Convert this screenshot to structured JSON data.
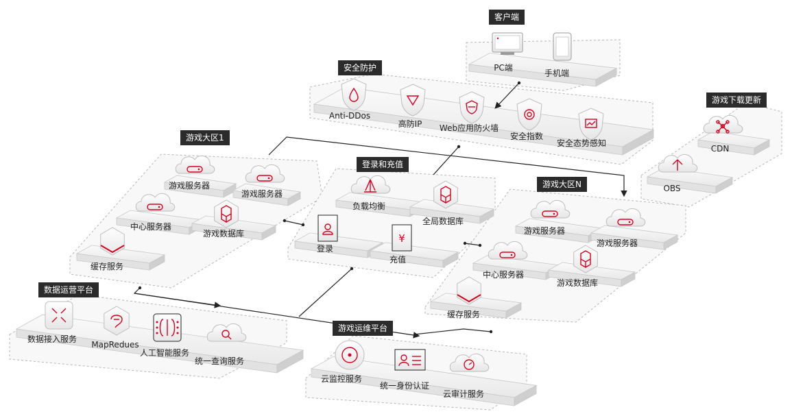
{
  "groups": {
    "client": {
      "title": "客户端",
      "items": [
        "PC端",
        "手机端"
      ]
    },
    "security": {
      "title": "安全防护",
      "items": [
        "Anti-DDos",
        "高防IP",
        "Web应用防火墙",
        "安全指数",
        "安全态势感知"
      ]
    },
    "download": {
      "title": "游戏下载更新",
      "items": [
        "CDN",
        "OBS"
      ]
    },
    "zone1": {
      "title": "游戏大区1",
      "items": [
        "游戏服务器",
        "游戏服务器",
        "中心服务器",
        "游戏数据库",
        "缓存服务"
      ]
    },
    "login": {
      "title": "登录和充值",
      "items": [
        "负载均衡",
        "全局数据库",
        "登录",
        "充值"
      ]
    },
    "zoneN": {
      "title": "游戏大区N",
      "items": [
        "游戏服务器",
        "游戏服务器",
        "中心服务器",
        "游戏数据库",
        "缓存服务"
      ]
    },
    "dataops": {
      "title": "数据运营平台",
      "items": [
        "数据接入服务",
        "MapRedues",
        "人工智能服务",
        "统一查询服务"
      ]
    },
    "gameops": {
      "title": "游戏运维平台",
      "items": [
        "云监控服务",
        "统一身份认证",
        "云审计服务"
      ]
    }
  },
  "colors": {
    "accent": "#d7001f",
    "platform_top": "#f1f1f1",
    "platform_side": "#d6d6d6",
    "tag_bg": "#2b2b2b"
  }
}
